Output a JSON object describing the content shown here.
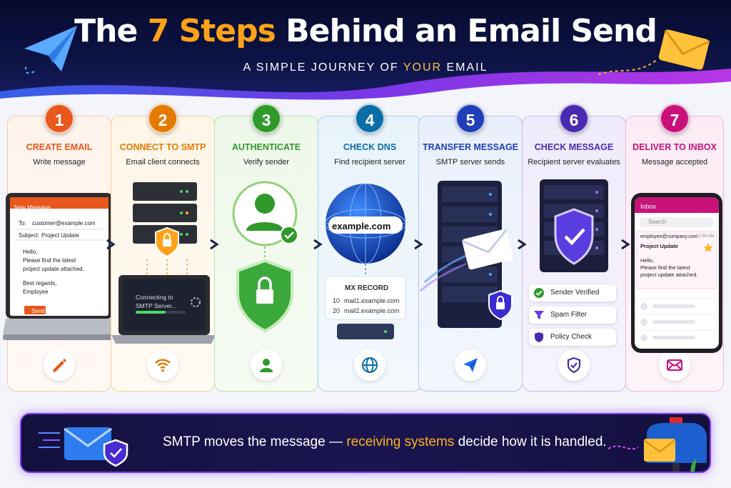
{
  "header": {
    "title_pre": "The ",
    "title_accent": "7 Steps",
    "title_post": " Behind an Email Send",
    "subtitle_pre": "A SIMPLE JOURNEY OF ",
    "subtitle_accent": "YOUR",
    "subtitle_post": " EMAIL"
  },
  "steps": [
    {
      "number": "1",
      "title": "CREATE EMAIL",
      "subtitle": "Write message",
      "color": "#e8571c",
      "icon": "pencil-icon"
    },
    {
      "number": "2",
      "title": "CONNECT TO SMTP",
      "subtitle": "Email client connects",
      "color": "#e57a00",
      "icon": "wifi-icon"
    },
    {
      "number": "3",
      "title": "AUTHENTICATE",
      "subtitle": "Verify sender",
      "color": "#2f9a2a",
      "icon": "user-icon"
    },
    {
      "number": "4",
      "title": "CHECK DNS",
      "subtitle": "Find recipient server",
      "color": "#0b6ea8",
      "icon": "globe-icon"
    },
    {
      "number": "5",
      "title": "TRANSFER MESSAGE",
      "subtitle": "SMTP server sends",
      "color": "#1e3fb5",
      "icon": "paper-plane-icon"
    },
    {
      "number": "6",
      "title": "CHECK MESSAGE",
      "subtitle": "Recipient server evaluates",
      "color": "#4a2bb0",
      "icon": "shield-check-icon"
    },
    {
      "number": "7",
      "title": "DELIVER TO INBOX",
      "subtitle": "Message accepted",
      "color": "#c8127a",
      "icon": "mail-icon"
    }
  ],
  "compose": {
    "window_title": "New Message",
    "to_label": "To:",
    "to_value": "customer@example.com",
    "subject_label": "Subject:",
    "subject_value": "Project Update",
    "body_1": "Hello,",
    "body_2": "Please find the latest",
    "body_3": "project update attached.",
    "sign_1": "Best regards,",
    "sign_2": "Employee",
    "send_label": "Send"
  },
  "connecting": {
    "line_1": "Connecting to",
    "line_2": "SMTP Server..."
  },
  "dns": {
    "domain": "example.com",
    "record_title": "MX RECORD",
    "rows": [
      {
        "priority": "10",
        "host": "mail1.example.com"
      },
      {
        "priority": "20",
        "host": "mail2.example.com"
      }
    ]
  },
  "checks": [
    {
      "label": "Sender Verified",
      "icon": "check-circle-icon"
    },
    {
      "label": "Spam Filter",
      "icon": "filter-icon"
    },
    {
      "label": "Policy Check",
      "icon": "shield-icon"
    }
  ],
  "inbox": {
    "title": "Inbox",
    "search_placeholder": "Search",
    "from": "employee@company.com",
    "time": "10:30 AM",
    "subject": "Project Update",
    "body_1": "Hello,",
    "body_2": "Please find the latest",
    "body_3": "project update attached."
  },
  "banner": {
    "text_pre": "SMTP moves the message — ",
    "text_highlight": "receiving systems",
    "text_post": " decide how it is handled."
  }
}
